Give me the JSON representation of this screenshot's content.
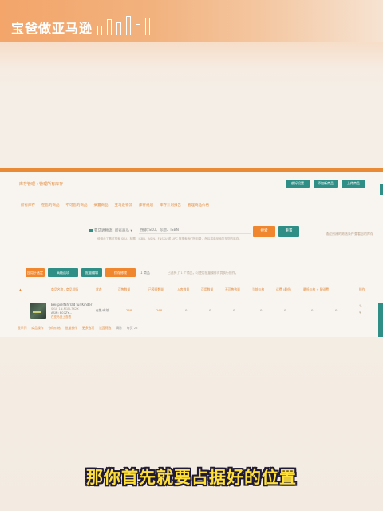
{
  "banner": {
    "title": "宝爸做亚马逊",
    "gradient_start": "#f3a56a",
    "gradient_end": "#f6e3d2"
  },
  "seller": {
    "crumb": "库存管理 › 管理所有库存",
    "top_buttons": [
      "偏好设置",
      "添加新商品",
      "上传商品"
    ],
    "nav_items": [
      "所有库存",
      "在售的商品",
      "不可售的商品",
      "搁置商品",
      "亚马逊物流",
      "库存规划",
      "库存计划报告",
      "管理商品价格"
    ],
    "search": {
      "checkbox_label": "亚马逊物流",
      "select_label": "所有商品",
      "input_value": "",
      "input_placeholder": "搜索 SKU、标题、ISBN",
      "hint": "使用此工具可搜索 SKU、标题、ISBN、ASIN、FNSKU 或 UPC 等搜索我们的目录，然后将商品添加至您的库存。",
      "search_button": "搜索",
      "reset_button": "重置"
    },
    "right_link": "通过预建的筛选条件查看您的库存"
  },
  "actions": {
    "buttons": [
      "应用于选定",
      "高级选项",
      "批量编辑",
      "保存修改"
    ],
    "bulk_label": "1 商品",
    "bulk_note": "已选择了 1 个商品，可使用批量操作对其执行操作。"
  },
  "table": {
    "headers": [
      "商品名称 / 商品详情",
      "状态",
      "可售数量",
      "已预留数量",
      "入库数量",
      "可用数量",
      "不可售数量",
      "当前价格",
      "运费 (最低)",
      "最低价格 + 配送费",
      "操作"
    ],
    "row": {
      "title": "Beispielfahrrad für Kinder",
      "subtitle": "SKU: 1N-M1N-7X2X",
      "asin": "ASIN: B07ZY…",
      "link": "在亚马逊上查看",
      "cells": [
        "在售/有效",
        "268",
        "268",
        "0",
        "0",
        "0",
        "0",
        "0",
        "0",
        "0"
      ]
    }
  },
  "footer_links": [
    "显示列",
    "商品操作",
    "修改价格",
    "批量操作",
    "更多选项",
    "设置筛选",
    "清除",
    "每页 25"
  ],
  "caption": "那你首先就要占据好的位置",
  "colors": {
    "orange": "#e98a36",
    "teal": "#2f8f86",
    "caption_fill": "#ffe03a",
    "caption_outline": "#1f1a3a"
  },
  "icons": [
    "checkbox-icon",
    "chevron-down-icon",
    "sort-icon"
  ]
}
